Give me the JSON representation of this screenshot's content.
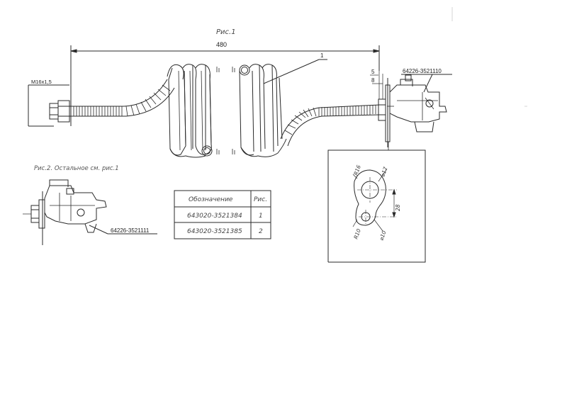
{
  "figure1": {
    "caption": "Рис.1",
    "overall_length": "480",
    "thread_label": "M16x1,5",
    "leader_1": "1",
    "dim_5": "5",
    "dim_8": "8",
    "part_number": "64226-3521110"
  },
  "figure2": {
    "caption": "Рис.2. Остальное см. рис.1",
    "part_number": "64226-3521111"
  },
  "detail": {
    "r16": "R16",
    "d17": "⌀17",
    "dim28": "28",
    "r10": "R10",
    "d10": "⌀10"
  },
  "table": {
    "header_designation": "Обозначение",
    "header_fig": "Рис.",
    "rows": [
      {
        "designation": "643020-3521384",
        "fig": "1"
      },
      {
        "designation": "643020-3521385",
        "fig": "2"
      }
    ]
  },
  "colors": {
    "ink": "#2a2a2a",
    "paper": "#ffffff"
  }
}
